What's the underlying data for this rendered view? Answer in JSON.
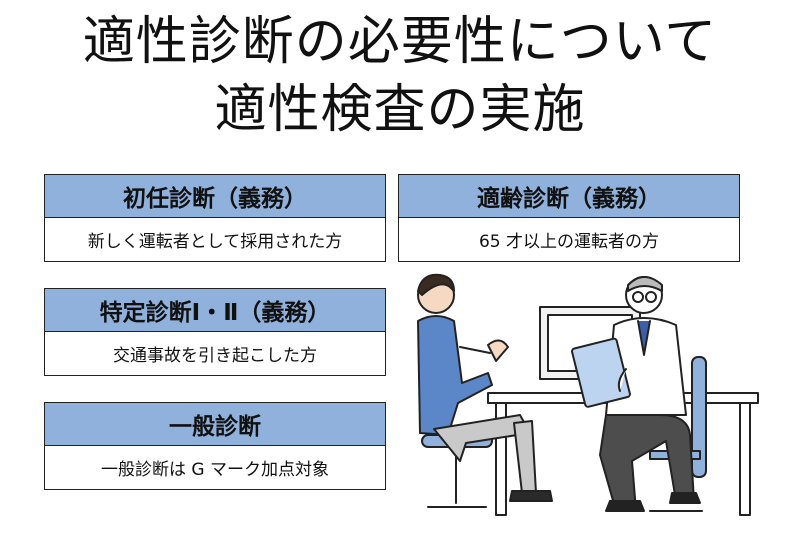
{
  "heading": {
    "line1": "適性診断の必要性について",
    "line2": "適性検査の実施"
  },
  "cards": [
    {
      "title": "初任診断（義務）",
      "desc": "新しく運転者として採用された方"
    },
    {
      "title": "適齢診断（義務）",
      "desc": "65 才以上の運転者の方"
    },
    {
      "title": "特定診断Ⅰ・Ⅱ（義務）",
      "desc": "交通事故を引き起こした方"
    },
    {
      "title": "一般診断",
      "desc": "一般診断は G マーク加点対象"
    }
  ],
  "colors": {
    "header_fill": "#8fb1dc",
    "shirt": "#5b87c9",
    "border": "#222222"
  }
}
